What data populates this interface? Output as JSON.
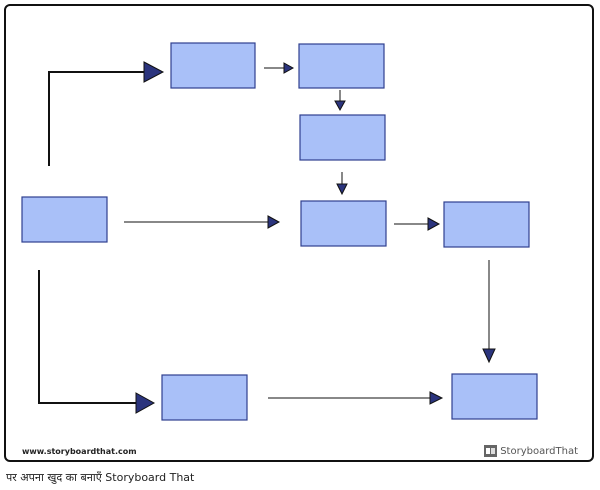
{
  "diagram": {
    "boxes": [
      {
        "id": "box-1",
        "label": ""
      },
      {
        "id": "box-2",
        "label": ""
      },
      {
        "id": "box-3",
        "label": ""
      },
      {
        "id": "box-4",
        "label": ""
      },
      {
        "id": "box-5",
        "label": ""
      },
      {
        "id": "box-6",
        "label": ""
      },
      {
        "id": "box-7",
        "label": ""
      },
      {
        "id": "box-8",
        "label": ""
      },
      {
        "id": "box-9",
        "label": ""
      }
    ],
    "arrows": [
      {
        "from": "box-5",
        "to": "box-1"
      },
      {
        "from": "box-1",
        "to": "box-2"
      },
      {
        "from": "box-2",
        "to": "box-3"
      },
      {
        "from": "box-3",
        "to": "box-4"
      },
      {
        "from": "box-5",
        "to": "box-4"
      },
      {
        "from": "box-4",
        "to": "box-6"
      },
      {
        "from": "box-5",
        "to": "box-7"
      },
      {
        "from": "box-7",
        "to": "box-8"
      },
      {
        "from": "box-6",
        "to": "box-8"
      }
    ],
    "box_color": "#a9c0f8",
    "box_border_color": "#2f3f8f",
    "arrowhead_color": "#2b347d"
  },
  "footer": {
    "url": "www.storyboardthat.com",
    "brand": "StoryboardThat",
    "brand_icon": "storyboard-logo-icon"
  },
  "caption": "पर अपना खुद का बनाएँ Storyboard That"
}
